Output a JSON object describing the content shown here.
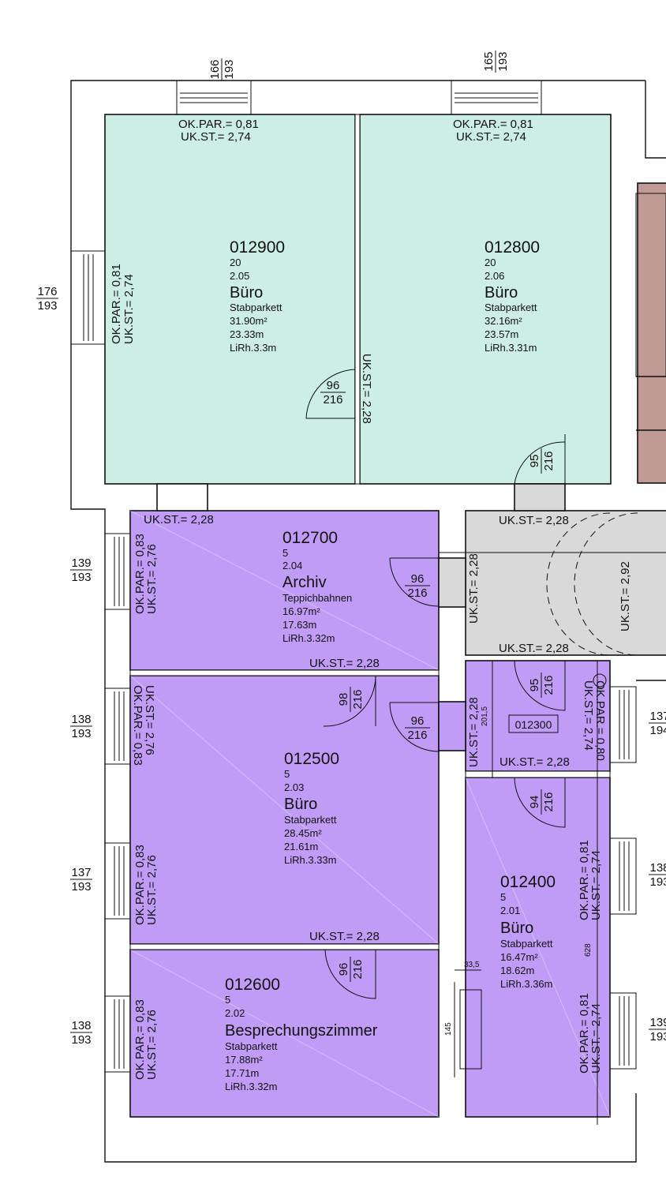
{
  "rooms": [
    {
      "id": "012900",
      "category": "20",
      "number": "2.05",
      "use": "Büro",
      "floor": "Stabparkett",
      "area": "31.90m²",
      "perimeter": "23.33m",
      "height": "LiRh.3.3m"
    },
    {
      "id": "012800",
      "category": "20",
      "number": "2.06",
      "use": "Büro",
      "floor": "Stabparkett",
      "area": "32.16m²",
      "perimeter": "23.57m",
      "height": "LiRh.3.31m"
    },
    {
      "id": "012700",
      "category": "5",
      "number": "2.04",
      "use": "Archiv",
      "floor": "Teppichbahnen",
      "area": "16.97m²",
      "perimeter": "17.63m",
      "height": "LiRh.3.32m"
    },
    {
      "id": "012500",
      "category": "5",
      "number": "2.03",
      "use": "Büro",
      "floor": "Stabparkett",
      "area": "28.45m²",
      "perimeter": "21.61m",
      "height": "LiRh.3.33m"
    },
    {
      "id": "012600",
      "category": "5",
      "number": "2.02",
      "use": "Besprechungszimmer",
      "floor": "Stabparkett",
      "area": "17.88m²",
      "perimeter": "17.71m",
      "height": "LiRh.3.32m"
    },
    {
      "id": "012400",
      "category": "5",
      "number": "2.01",
      "use": "Büro",
      "floor": "Stabparkett",
      "area": "16.47m²",
      "perimeter": "18.62m",
      "height": "LiRh.3.36m"
    }
  ],
  "small_room_label": "012300",
  "annotations": {
    "ok_par_081": "OK.PAR.= 0,81",
    "ok_par_083": "OK.PAR.= 0,83",
    "ok_par_080": "OK.PAR.= 0,80",
    "uk_st_274": "UK.ST.= 2,74",
    "uk_st_276": "UK.ST.= 2,76",
    "uk_st_228": "UK.ST.= 2,28",
    "uk_st_292": "UK.ST.= 2,92"
  },
  "window_dims": {
    "w1": [
      "166",
      "193"
    ],
    "w2": [
      "165",
      "193"
    ],
    "w3": [
      "176",
      "193"
    ],
    "w4": [
      "139",
      "193"
    ],
    "w5": [
      "138",
      "193"
    ],
    "w6": [
      "137",
      "193"
    ],
    "w7": [
      "138",
      "193"
    ],
    "r1": [
      "137",
      "194"
    ],
    "r2": [
      "138",
      "193"
    ],
    "r3": [
      "139",
      "193"
    ]
  },
  "door_dims": {
    "d1": [
      "96",
      "216"
    ],
    "d2": [
      "95",
      "216"
    ],
    "d3": [
      "96",
      "216"
    ],
    "d4": [
      "98",
      "216"
    ],
    "d5": [
      "96",
      "216"
    ],
    "d6": [
      "95",
      "216"
    ],
    "d7": [
      "94",
      "216"
    ],
    "d8": [
      "96",
      "216"
    ]
  },
  "measures": {
    "m1": "201,5",
    "m2": "628",
    "m3": "33,5",
    "m4": "145"
  },
  "colors": {
    "office_green": "#cdeee5",
    "purple": "#c09cf7",
    "corridor": "#d9d9d9",
    "adjacent_brown": "#c09a94",
    "line": "#111111"
  }
}
